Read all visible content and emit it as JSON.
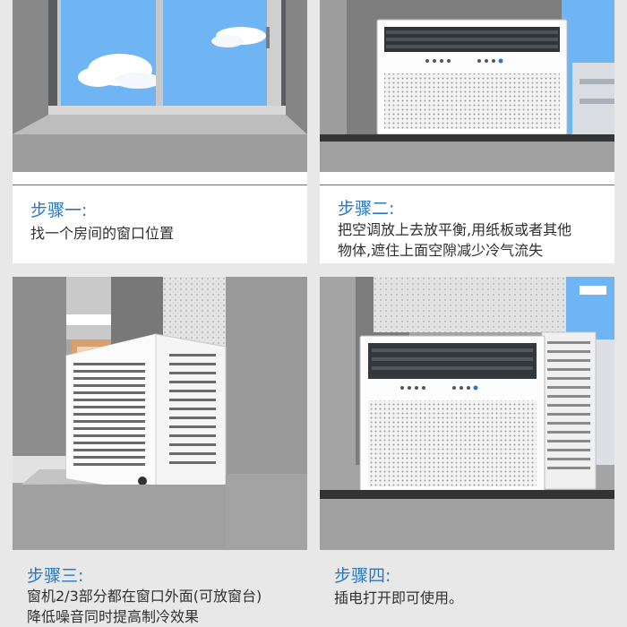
{
  "steps": [
    {
      "title": "步骤一:",
      "lines": [
        "找一个房间的窗口位置"
      ]
    },
    {
      "title": "步骤二:",
      "lines": [
        "把空调放上去放平衡,用纸板或者其他",
        "物体,遮住上面空隙减少冷气流失"
      ]
    },
    {
      "title": "步骤三:",
      "lines": [
        "窗机2/3部分都在窗口外面(可放窗台)",
        "降低噪音同时提高制冷效果"
      ]
    },
    {
      "title": "步骤四:",
      "lines": [
        "插电打开即可使用。"
      ]
    }
  ],
  "colors": {
    "accent": "#2a78c2",
    "text": "#303030",
    "wall": "#9a9a9a",
    "sky": "#4f9ee8"
  }
}
